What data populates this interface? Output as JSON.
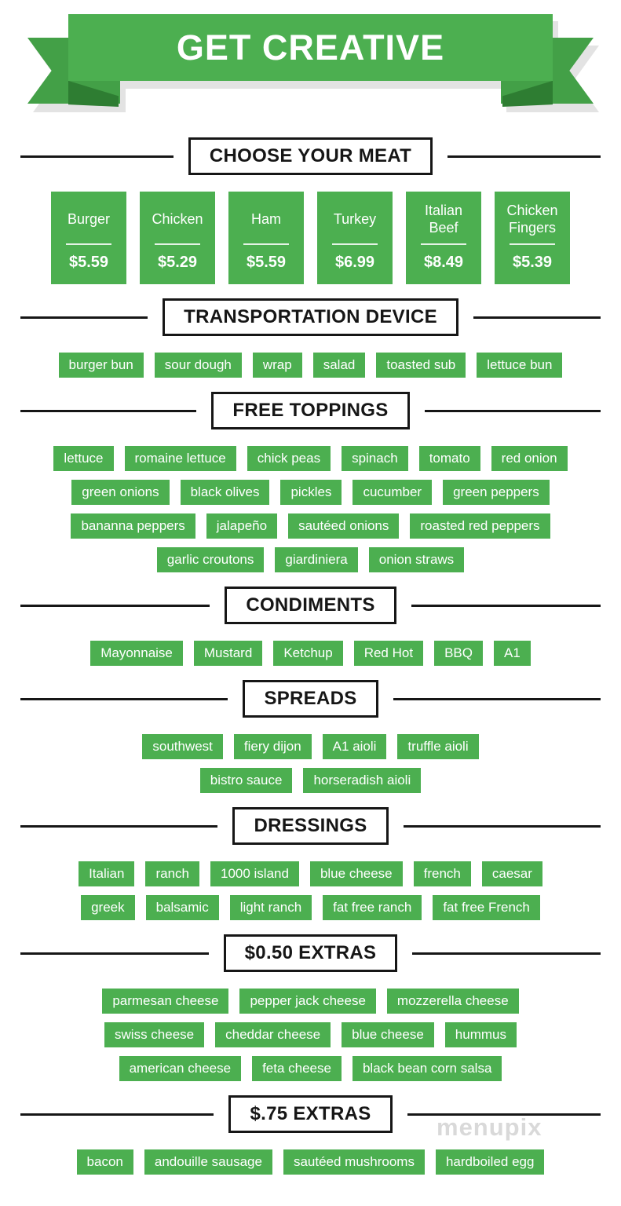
{
  "banner": {
    "title": "GET CREATIVE"
  },
  "watermark": "menupix",
  "colors": {
    "green": "#4caf50",
    "green_tail": "#43a047",
    "green_fold": "#2e7d32",
    "shadow": "#e3e3e3",
    "ink": "#161616",
    "watermark_gray": "#d9d9d9"
  },
  "sections": [
    {
      "header": "CHOOSE YOUR MEAT",
      "type": "cards",
      "rows": [
        [
          {
            "name": "Burger",
            "price": "$5.59"
          },
          {
            "name": "Chicken",
            "price": "$5.29"
          },
          {
            "name": "Ham",
            "price": "$5.59"
          },
          {
            "name": "Turkey",
            "price": "$6.99"
          },
          {
            "name": "Italian Beef",
            "price": "$8.49"
          },
          {
            "name": "Chicken Fingers",
            "price": "$5.39"
          }
        ]
      ]
    },
    {
      "header": "TRANSPORTATION DEVICE",
      "type": "pills",
      "rows": [
        [
          "burger bun",
          "sour dough",
          "wrap",
          "salad",
          "toasted sub",
          "lettuce bun"
        ]
      ]
    },
    {
      "header": "FREE TOPPINGS",
      "type": "pills",
      "rows": [
        [
          "lettuce",
          "romaine lettuce",
          "chick peas",
          "spinach",
          "tomato",
          "red onion"
        ],
        [
          "green onions",
          "black olives",
          "pickles",
          "cucumber",
          "green peppers"
        ],
        [
          "bananna peppers",
          "jalapeño",
          "sautéed onions",
          "roasted red peppers"
        ],
        [
          "garlic croutons",
          "giardiniera",
          "onion straws"
        ]
      ]
    },
    {
      "header": "CONDIMENTS",
      "type": "pills",
      "rows": [
        [
          "Mayonnaise",
          "Mustard",
          "Ketchup",
          "Red Hot",
          "BBQ",
          "A1"
        ]
      ]
    },
    {
      "header": "SPREADS",
      "type": "pills",
      "rows": [
        [
          "southwest",
          "fiery dijon",
          "A1 aioli",
          "truffle aioli"
        ],
        [
          "bistro sauce",
          "horseradish aioli"
        ]
      ]
    },
    {
      "header": "DRESSINGS",
      "type": "pills",
      "rows": [
        [
          "Italian",
          "ranch",
          "1000 island",
          "blue cheese",
          "french",
          "caesar"
        ],
        [
          "greek",
          "balsamic",
          "light ranch",
          "fat free ranch",
          "fat free French"
        ]
      ]
    },
    {
      "header": "$0.50 EXTRAS",
      "type": "pills",
      "rows": [
        [
          "parmesan cheese",
          "pepper jack cheese",
          "mozzerella cheese"
        ],
        [
          "swiss cheese",
          "cheddar cheese",
          "blue cheese",
          "hummus"
        ],
        [
          "american cheese",
          "feta cheese",
          "black bean corn salsa"
        ]
      ]
    },
    {
      "header": "$.75 EXTRAS",
      "type": "pills",
      "rows": [
        [
          "bacon",
          "andouille sausage",
          "sautéed mushrooms",
          "hardboiled egg"
        ]
      ]
    }
  ]
}
